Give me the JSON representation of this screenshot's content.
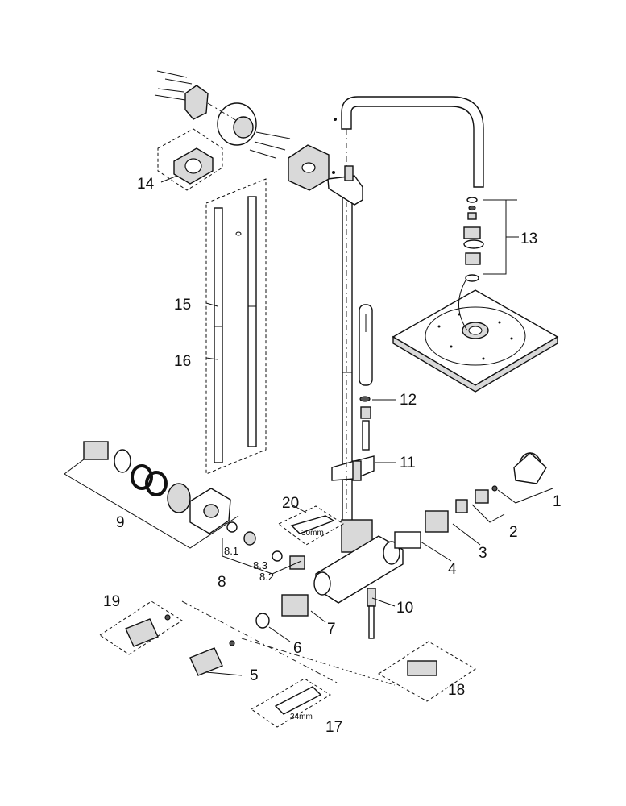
{
  "labels": {
    "l1": "1",
    "l2": "2",
    "l3": "3",
    "l4": "4",
    "l5": "5",
    "l6": "6",
    "l7": "7",
    "l8": "8",
    "l8_1": "8.1",
    "l8_2": "8.2",
    "l8_3": "8.3",
    "l9": "9",
    "l10": "10",
    "l11": "11",
    "l12": "12",
    "l13": "13",
    "l14": "14",
    "l15": "15",
    "l16": "16",
    "l17": "17",
    "l18": "18",
    "l19": "19",
    "l20": "20"
  },
  "tool_marks": {
    "wrench_size": "30mm",
    "key_size": "34mm"
  }
}
